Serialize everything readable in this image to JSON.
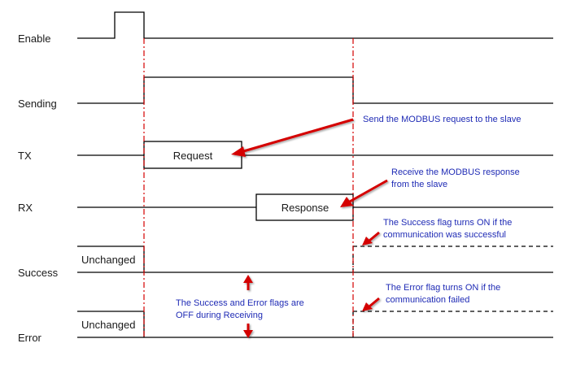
{
  "signals": {
    "enable": "Enable",
    "sending": "Sending",
    "tx": "TX",
    "rx": "RX",
    "success": "Success",
    "error": "Error"
  },
  "boxes": {
    "request": "Request",
    "response": "Response",
    "success_unchanged": "Unchanged",
    "error_unchanged": "Unchanged"
  },
  "annotations": {
    "send": [
      "Send the MODBUS request to the slave"
    ],
    "receive": [
      "Receive the MODBUS response",
      "from the slave"
    ],
    "success": [
      "The Success flag turns ON if the",
      "communication was successful"
    ],
    "flags_off": [
      "The Success and Error flags are",
      "OFF during Receiving"
    ],
    "error": [
      "The Error flag turns ON if the",
      "communication failed"
    ]
  },
  "colors": {
    "signal_line": "#000000",
    "marker_line": "#d40000",
    "arrow": "#d40000",
    "annotation_text": "#1f2bb5"
  }
}
